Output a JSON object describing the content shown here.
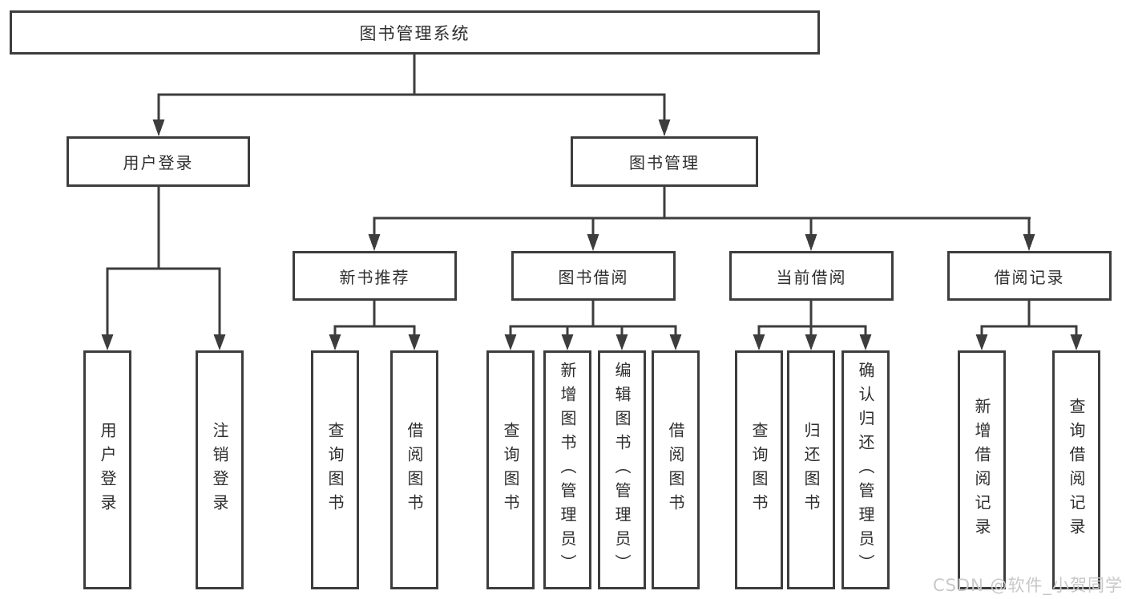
{
  "colors": {
    "line": "#3d3d3d",
    "box_border": "#3d3d3d",
    "text": "#2e2e2e",
    "background": "#ffffff",
    "watermark": "#c8c8c8"
  },
  "watermark": "CSDN @软件_小贺同学",
  "tree": {
    "root": "图书管理系统",
    "children": [
      {
        "label": "用户登录",
        "children": [
          "用户登录",
          "注销登录"
        ]
      },
      {
        "label": "图书管理",
        "children": [
          {
            "label": "新书推荐",
            "children": [
              "查询图书",
              "借阅图书"
            ]
          },
          {
            "label": "图书借阅",
            "children": [
              "查询图书",
              "新增图书（管理员）",
              "编辑图书（管理员）",
              "借阅图书"
            ]
          },
          {
            "label": "当前借阅",
            "children": [
              "查询图书",
              "归还图书",
              "确认归还（管理员）"
            ]
          },
          {
            "label": "借阅记录",
            "children": [
              "新增借阅记录",
              "查询借阅记录"
            ]
          }
        ]
      }
    ]
  }
}
